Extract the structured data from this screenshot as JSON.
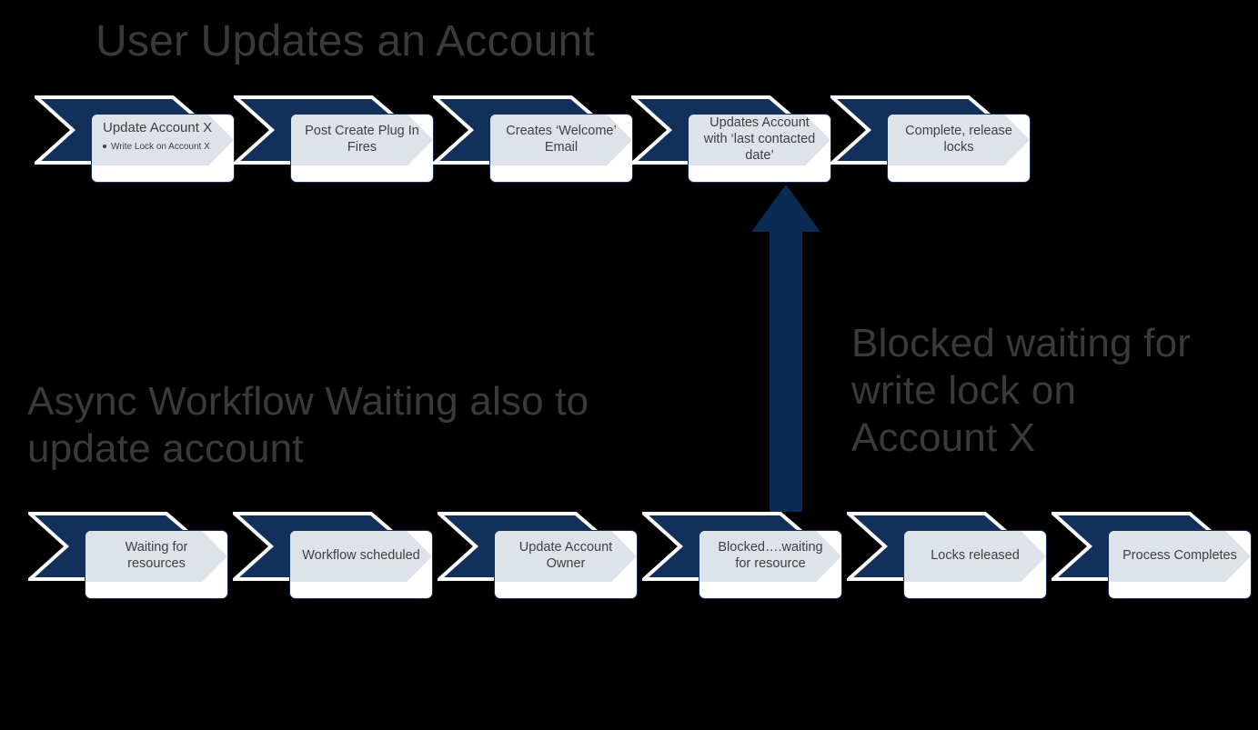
{
  "meta": {
    "background_color": "#000000",
    "chevron_color": "#12305b",
    "chevron_outline_color": "#ffffff",
    "card_fill_color": "#ffffff",
    "card_chevron_fill_color": "#dee3ea",
    "card_border_color": "#143058",
    "heading_color": "#3a3a3a",
    "body_text_color": "#3f3f3f",
    "arrow_color": "#0b2a54"
  },
  "headings": {
    "top": "User Updates an Account",
    "middle_left": "Async Workflow Waiting also to update account",
    "middle_right": "Blocked waiting for write lock on Account X"
  },
  "top_row": {
    "label": "User Updates an Account",
    "steps": [
      {
        "title": "Update Account X",
        "bullets": [
          "Write  Lock on Account X"
        ]
      },
      {
        "title": "Post Create Plug In Fires",
        "bullets": []
      },
      {
        "title": "Creates ‘Welcome’ Email",
        "bullets": []
      },
      {
        "title": "Updates Account with ‘last contacted date’",
        "bullets": []
      },
      {
        "title": "Complete, release locks",
        "bullets": []
      }
    ]
  },
  "bottom_row": {
    "label": "Async Workflow Waiting also to update account",
    "steps": [
      {
        "title": "Waiting for resources",
        "bullets": []
      },
      {
        "title": "Workflow scheduled",
        "bullets": []
      },
      {
        "title": "Update Account Owner",
        "bullets": []
      },
      {
        "title": "Blocked….waiting for resource",
        "bullets": []
      },
      {
        "title": "Locks released",
        "bullets": []
      },
      {
        "title": "Process Completes",
        "bullets": []
      }
    ]
  },
  "annotation_arrow": {
    "name": "blocked-waiting-arrow",
    "direction": "up",
    "from_step": "Blocked….waiting for resource",
    "to_step": "Updates Account with ‘last contacted date’",
    "label": "Blocked waiting for write lock on Account X"
  }
}
